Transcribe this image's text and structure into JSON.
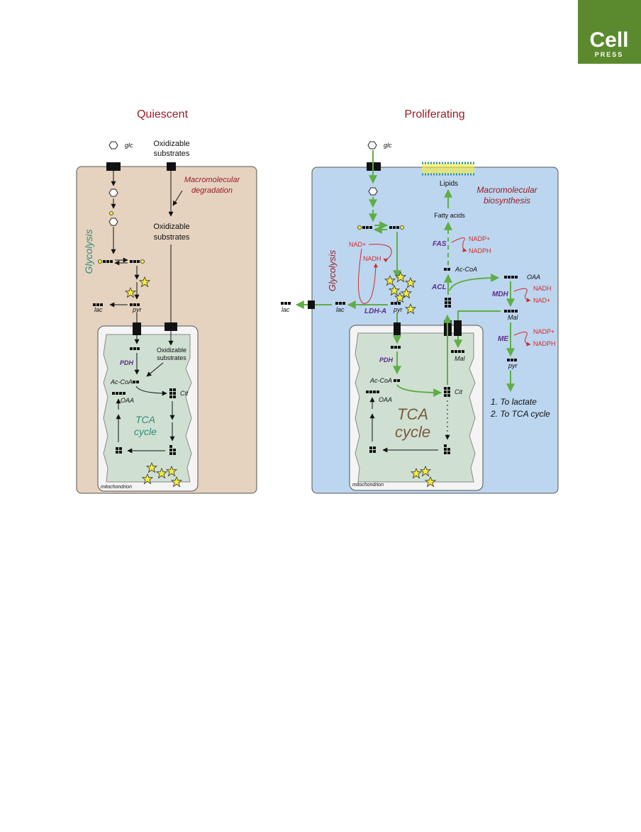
{
  "brand": {
    "logo_word": "Cell",
    "logo_sub": "PRESS",
    "color": "#5b8a2e"
  },
  "colors": {
    "quiescent_bg": "#e5d3bf",
    "proliferating_bg": "#bcd6ef",
    "mito_bg": "#cfe0d2",
    "green": "#5fae45",
    "red": "#d02a2a",
    "purple": "#5a2b8c",
    "teal": "#2f8a7a",
    "title": "#9a1c25"
  },
  "quiescent": {
    "title": "Quiescent",
    "glc": "glc",
    "oxidizable_top_1": "Oxidizable",
    "oxidizable_top_2": "substrates",
    "macro_1": "Macromolecular",
    "macro_2": "degradation",
    "oxidizable_mid_1": "Oxidizable",
    "oxidizable_mid_2": "substrates",
    "glycolysis": "Glycolysis",
    "lac": "lac",
    "pyr": "pyr",
    "oxidizable_mito_1": "Oxidizable",
    "oxidizable_mito_2": "substrates",
    "pdh": "PDH",
    "accoa": "Ac-CoA",
    "oaa": "OAA",
    "cit": "Cit",
    "tca_1": "TCA",
    "tca_2": "cycle",
    "mito": "mitochondrion"
  },
  "proliferating": {
    "title": "Proliferating",
    "glc": "glc",
    "lipids": "Lipids",
    "macro_1": "Macromolecular",
    "macro_2": "biosynthesis",
    "fatty_acids": "Fatty acids",
    "fas": "FAS",
    "nadp_plus_1": "NADP+",
    "nadph_1": "NADPH",
    "nad_plus": "NAD+",
    "nadh": "NADH",
    "glycolysis": "Glycolysis",
    "accoa_cyto": "Ac-CoA",
    "acl": "ACL",
    "oaa_cyto": "OAA",
    "mdh": "MDH",
    "mdh_nadh": "NADH",
    "mdh_nad_plus": "NAD+",
    "mal_cyto": "Mal",
    "me": "ME",
    "me_nadp_plus": "NADP+",
    "me_nadph": "NADPH",
    "pyr_cyto2": "pyr",
    "fate_1": "1. To lactate",
    "fate_2": "2. To TCA cycle",
    "lac_out": "lac",
    "lac": "lac",
    "ldha": "LDH-A",
    "pyr": "pyr",
    "pdh": "PDH",
    "accoa": "Ac-CoA",
    "oaa": "OAA",
    "cit": "Cit",
    "mal_mito": "Mal",
    "tca_1": "TCA",
    "tca_2": "cycle",
    "mito": "mitochondrion"
  }
}
